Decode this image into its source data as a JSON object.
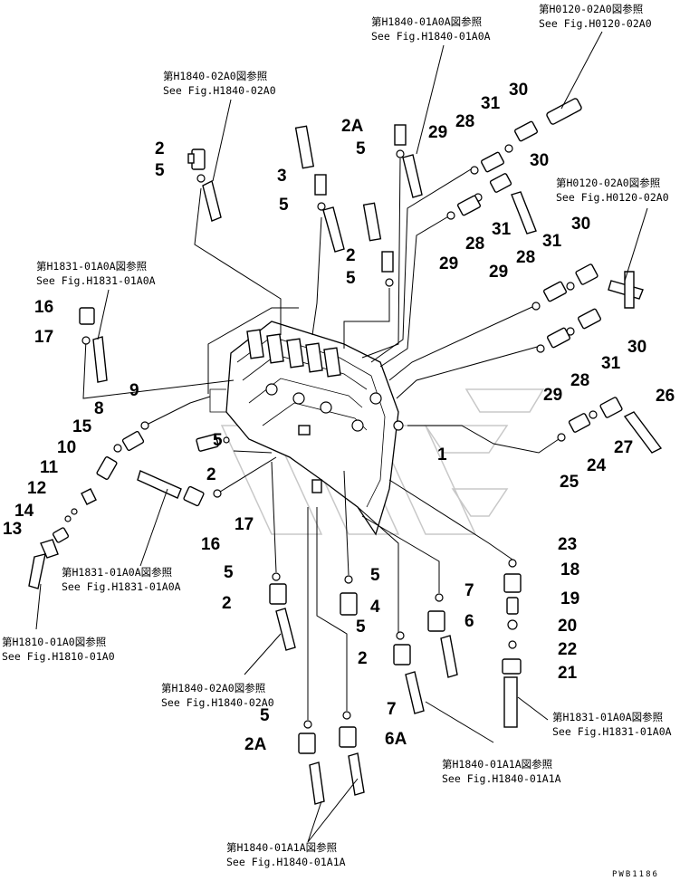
{
  "labels": {
    "l1": "1",
    "l2a": "2",
    "l2b": "2",
    "l2c": "2",
    "l2d": "2",
    "l2e": "2",
    "l2A1": "2A",
    "l2A2": "2A",
    "l3": "3",
    "l4": "4",
    "l5a": "5",
    "l5b": "5",
    "l5c": "5",
    "l5d": "5",
    "l5e": "5",
    "l5f": "5",
    "l5g": "5",
    "l5h": "5",
    "l5i": "5",
    "l6": "6",
    "l6A": "6A",
    "l7a": "7",
    "l7b": "7",
    "l8": "8",
    "l9": "9",
    "l10": "10",
    "l11": "11",
    "l12": "12",
    "l13": "13",
    "l14": "14",
    "l15": "15",
    "l16a": "16",
    "l16b": "16",
    "l17a": "17",
    "l17b": "17",
    "l18": "18",
    "l19": "19",
    "l20": "20",
    "l21": "21",
    "l22": "22",
    "l23": "23",
    "l24": "24",
    "l25": "25",
    "l26": "26",
    "l27": "27",
    "l28a": "28",
    "l28b": "28",
    "l28c": "28",
    "l28d": "28",
    "l29a": "29",
    "l29b": "29",
    "l29c": "29",
    "l29d": "29",
    "l30a": "30",
    "l30b": "30",
    "l30c": "30",
    "l30d": "30",
    "l31a": "31",
    "l31b": "31",
    "l31c": "31",
    "l31d": "31"
  },
  "refs": {
    "h0120_top_jp": "第H0120-02A0図参照",
    "h0120_top_en": "See Fig.H0120-02A0",
    "h1840_01a0a_jp": "第H1840-01A0A図参照",
    "h1840_01a0a_en": "See Fig.H1840-01A0A",
    "h1840_02a0_top_jp": "第H1840-02A0図参照",
    "h1840_02a0_top_en": "See Fig.H1840-02A0",
    "h0120_mid_jp": "第H0120-02A0図参照",
    "h0120_mid_en": "See Fig.H0120-02A0",
    "h1831_left_jp": "第H1831-01A0A図参照",
    "h1831_left_en": "See Fig.H1831-01A0A",
    "h1831_mid_jp": "第H1831-01A0A図参照",
    "h1831_mid_en": "See Fig.H1831-01A0A",
    "h1810_jp": "第H1810-01A0図参照",
    "h1810_en": "See Fig.H1810-01A0",
    "h1840_02a0_bot_jp": "第H1840-02A0図参照",
    "h1840_02a0_bot_en": "See Fig.H1840-02A0",
    "h1840_01a1a_right_jp": "第H1840-01A1A図参照",
    "h1840_01a1a_right_en": "See Fig.H1840-01A1A",
    "h1831_right_jp": "第H1831-01A0A図参照",
    "h1831_right_en": "See Fig.H1831-01A0A",
    "h1840_01a1a_bot_jp": "第H1840-01A1A図参照",
    "h1840_01a1a_bot_en": "See Fig.H1840-01A1A"
  },
  "drawing_code": "PWB1186"
}
